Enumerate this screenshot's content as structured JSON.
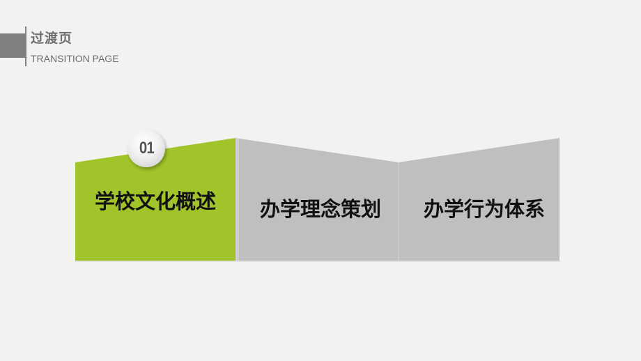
{
  "header": {
    "title": "过渡页",
    "subtitle": "TRANSITION PAGE"
  },
  "badge": {
    "number": "01"
  },
  "sections": [
    {
      "label": "学校文化概述",
      "active": true
    },
    {
      "label": "办学理念策划",
      "active": false
    },
    {
      "label": "办学行为体系",
      "active": false
    }
  ],
  "colors": {
    "background": "#f2f2f0",
    "accent_green": "#a0c42a",
    "panel_gray": "#bfbfbf",
    "header_gray": "#808080",
    "text_dark": "#111111"
  }
}
